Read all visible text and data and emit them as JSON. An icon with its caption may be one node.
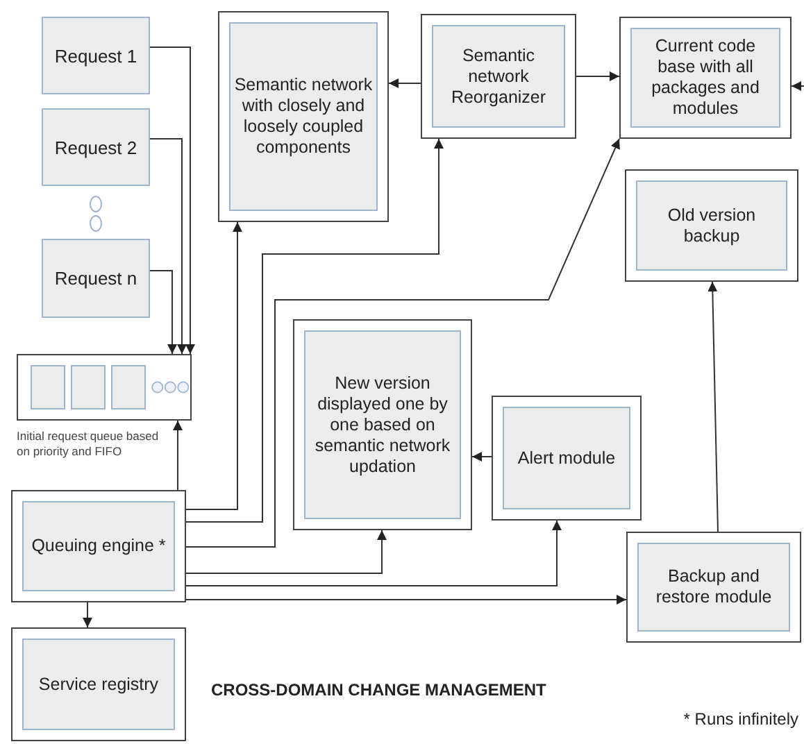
{
  "diagram": {
    "title": "CROSS-DOMAIN CHANGE MANAGEMENT",
    "nodes": [
      {
        "text": [
          "Request 1"
        ]
      },
      {
        "text": [
          "Request 2"
        ]
      },
      {
        "text": [
          "Request n"
        ]
      },
      {
        "text": [],
        "shape": "box",
        "beside": [
          "Initial request queue based on priority and FIFO"
        ]
      },
      {
        "text": [
          "Queuing engine *"
        ]
      },
      {
        "text": [
          "Service registry"
        ]
      },
      {
        "text": [
          "Semantic network with closely and loosely coupled components"
        ]
      },
      {
        "text": [
          "Semantic network Reorganizer"
        ]
      },
      {
        "text": [
          "Current code base with all packages and modules"
        ]
      },
      {
        "text": [
          "Old version backup"
        ]
      },
      {
        "text": [
          "New version displayed one by one based on semantic network updation"
        ]
      },
      {
        "text": [
          "Alert module"
        ]
      },
      {
        "text": [
          "Backup and restore module"
        ]
      }
    ],
    "edges": [
      {
        "from": 0,
        "to": 3,
        "arrow": "to"
      },
      {
        "from": 1,
        "to": 3,
        "arrow": "to"
      },
      {
        "from": 2,
        "to": 3,
        "arrow": "to"
      },
      {
        "from": 4,
        "to": 3,
        "arrow": "to"
      },
      {
        "from": 4,
        "to": 5,
        "arrow": "to"
      },
      {
        "from": 4,
        "to": 6,
        "arrow": "to"
      },
      {
        "from": 4,
        "to": 7,
        "arrow": "to"
      },
      {
        "from": 4,
        "to": 8,
        "arrow": "to"
      },
      {
        "from": 4,
        "to": 10,
        "arrow": "to"
      },
      {
        "from": 4,
        "to": 11,
        "arrow": "to"
      },
      {
        "from": 4,
        "to": 12,
        "arrow": "to"
      },
      {
        "from": 7,
        "to": 6,
        "arrow": "to"
      },
      {
        "from": 7,
        "to": 8,
        "arrow": "to"
      },
      {
        "from": null,
        "to": 8,
        "arrow": "to"
      },
      {
        "from": 11,
        "to": 10,
        "arrow": "to"
      },
      {
        "from": 12,
        "to": 9,
        "arrow": "to"
      }
    ],
    "labels": [
      "* Runs infinitely"
    ]
  }
}
